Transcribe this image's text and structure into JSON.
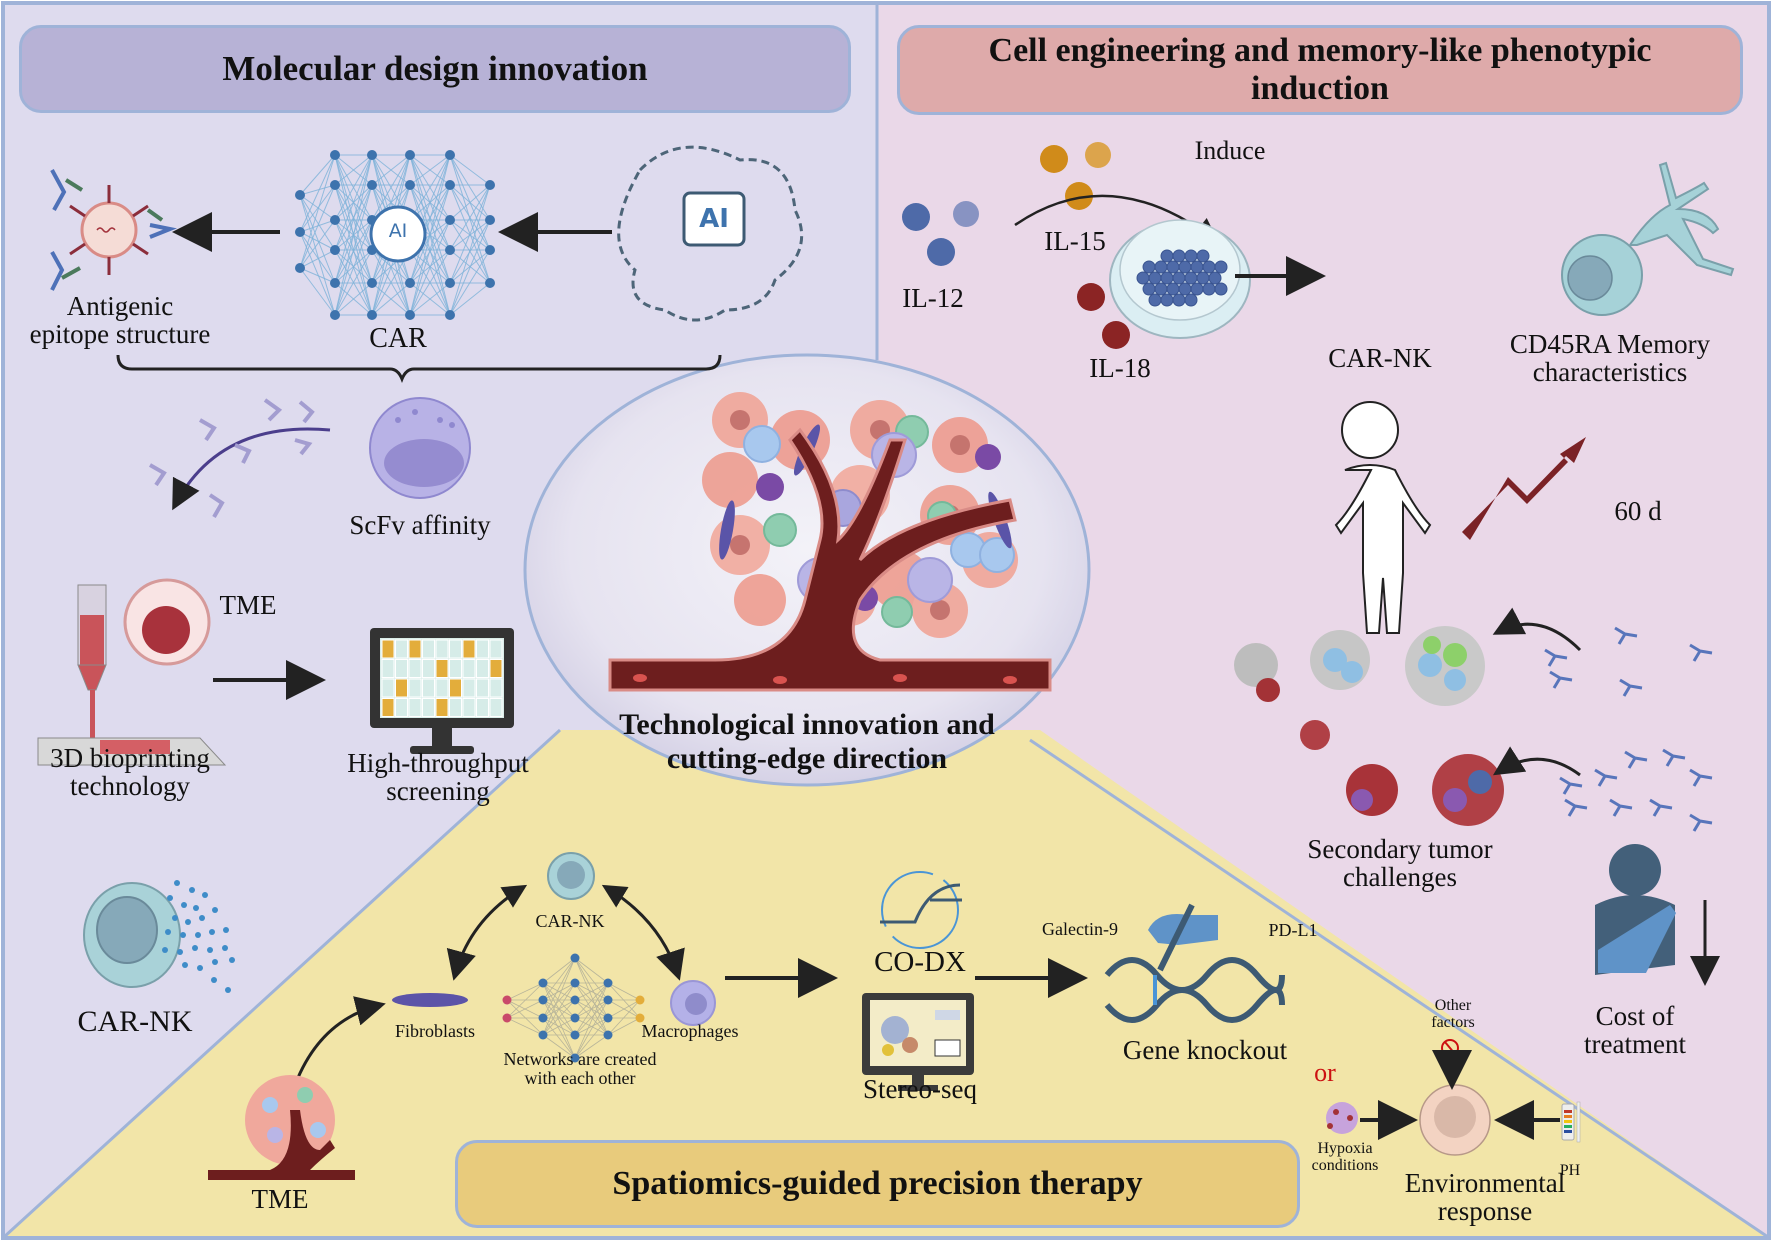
{
  "panels": {
    "molecular": {
      "title": "Molecular design innovation",
      "labels": {
        "antigenic": "Antigenic",
        "epitope": "epitope structure",
        "car": "CAR",
        "ai_chip": "AI",
        "ai_net": "AI",
        "scfv": "ScFv affinity",
        "tme": "TME",
        "bioprint_1": "3D bioprinting",
        "bioprint_2": "technology",
        "hts_1": "High-throughput",
        "hts_2": "screening",
        "carnk": "CAR-NK"
      }
    },
    "cell_engineering": {
      "title_line1": "Cell engineering and memory-like phenotypic",
      "title_line2": "induction",
      "labels": {
        "induce": "Induce",
        "il12": "IL-12",
        "il15": "IL-15",
        "il18": "IL-18",
        "carnk": "CAR-NK",
        "memory_1": "CD45RA Memory",
        "memory_2": "characteristics",
        "days": "60 d",
        "secondary_1": "Secondary tumor",
        "secondary_2": "challenges",
        "cost_1": "Cost of",
        "cost_2": "treatment"
      }
    },
    "center": {
      "title_line1": "Technological innovation and",
      "title_line2": "cutting-edge direction"
    },
    "spatiomics": {
      "title": "Spatiomics-guided precision therapy",
      "labels": {
        "carnk": "CAR-NK",
        "fibroblasts": "Fibroblasts",
        "macrophages": "Macrophages",
        "networks_1": "Networks are created",
        "networks_2": "with each other",
        "tme": "TME",
        "codx": "CO-DX",
        "stereo": "Stereo-seq",
        "galectin": "Galectin-9",
        "pdl1": "PD-L1",
        "knockout": "Gene knockout",
        "or": "or",
        "other_1": "Other",
        "other_2": "factors",
        "hypoxia_1": "Hypoxia",
        "hypoxia_2": "conditions",
        "ph": "PH",
        "env_1": "Environmental",
        "env_2": "response"
      }
    }
  },
  "colors": {
    "molecular_bg": "#dedbee",
    "molecular_header": "#b7b2d6",
    "cell_bg": "#ead8e8",
    "cell_header": "#deaaaa",
    "spatio_bg": "#f2e5a8",
    "spatio_header": "#e8cb7c",
    "border": "#9fb3d8",
    "or_red": "#cc1111",
    "trend_red": "#7b2226"
  }
}
